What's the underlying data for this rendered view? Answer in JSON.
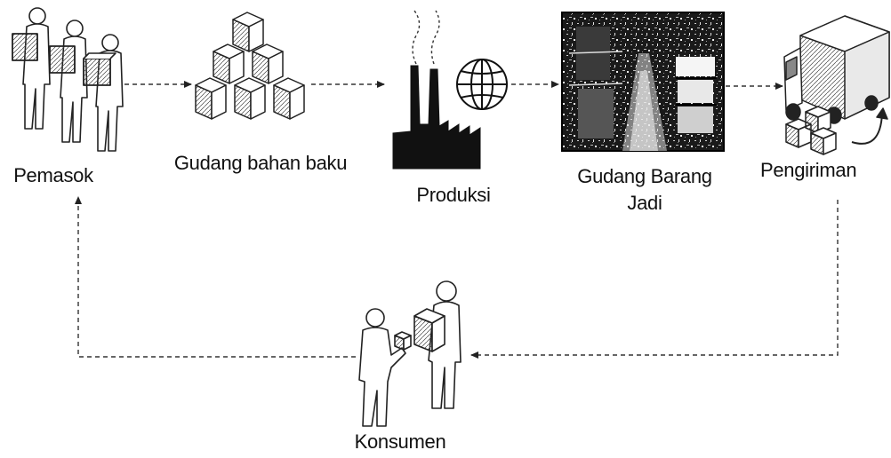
{
  "diagram": {
    "nodes": {
      "pemasok": {
        "label": "Pemasok",
        "icon": "suppliers-icon"
      },
      "gudang_bahan_baku": {
        "label": "Gudang bahan baku",
        "icon": "box-stack-icon"
      },
      "produksi": {
        "label": "Produksi",
        "icon": "factory-icon"
      },
      "globe": {
        "icon": "globe-icon"
      },
      "gudang_barang_jadi": {
        "label_line1": "Gudang Barang",
        "label_line2": "Jadi",
        "icon": "warehouse-photo"
      },
      "pengiriman": {
        "label": "Pengiriman",
        "icon": "delivery-truck-icon"
      },
      "konsumen": {
        "label": "Konsumen",
        "icon": "consumer-handoff-icon"
      }
    },
    "edges": [
      {
        "from": "Pemasok",
        "to": "Gudang bahan baku",
        "style": "dashed"
      },
      {
        "from": "Gudang bahan baku",
        "to": "Produksi",
        "style": "dashed"
      },
      {
        "from": "Produksi",
        "to": "Gudang Barang Jadi",
        "style": "dashed"
      },
      {
        "from": "Gudang Barang Jadi",
        "to": "Pengiriman",
        "style": "dashed"
      },
      {
        "from": "Pengiriman",
        "to": "Konsumen",
        "style": "dashed"
      },
      {
        "from": "Konsumen",
        "to": "Pemasok",
        "style": "dashed"
      }
    ],
    "colors": {
      "line": "#333333",
      "ink": "#111111",
      "background": "#ffffff"
    }
  }
}
